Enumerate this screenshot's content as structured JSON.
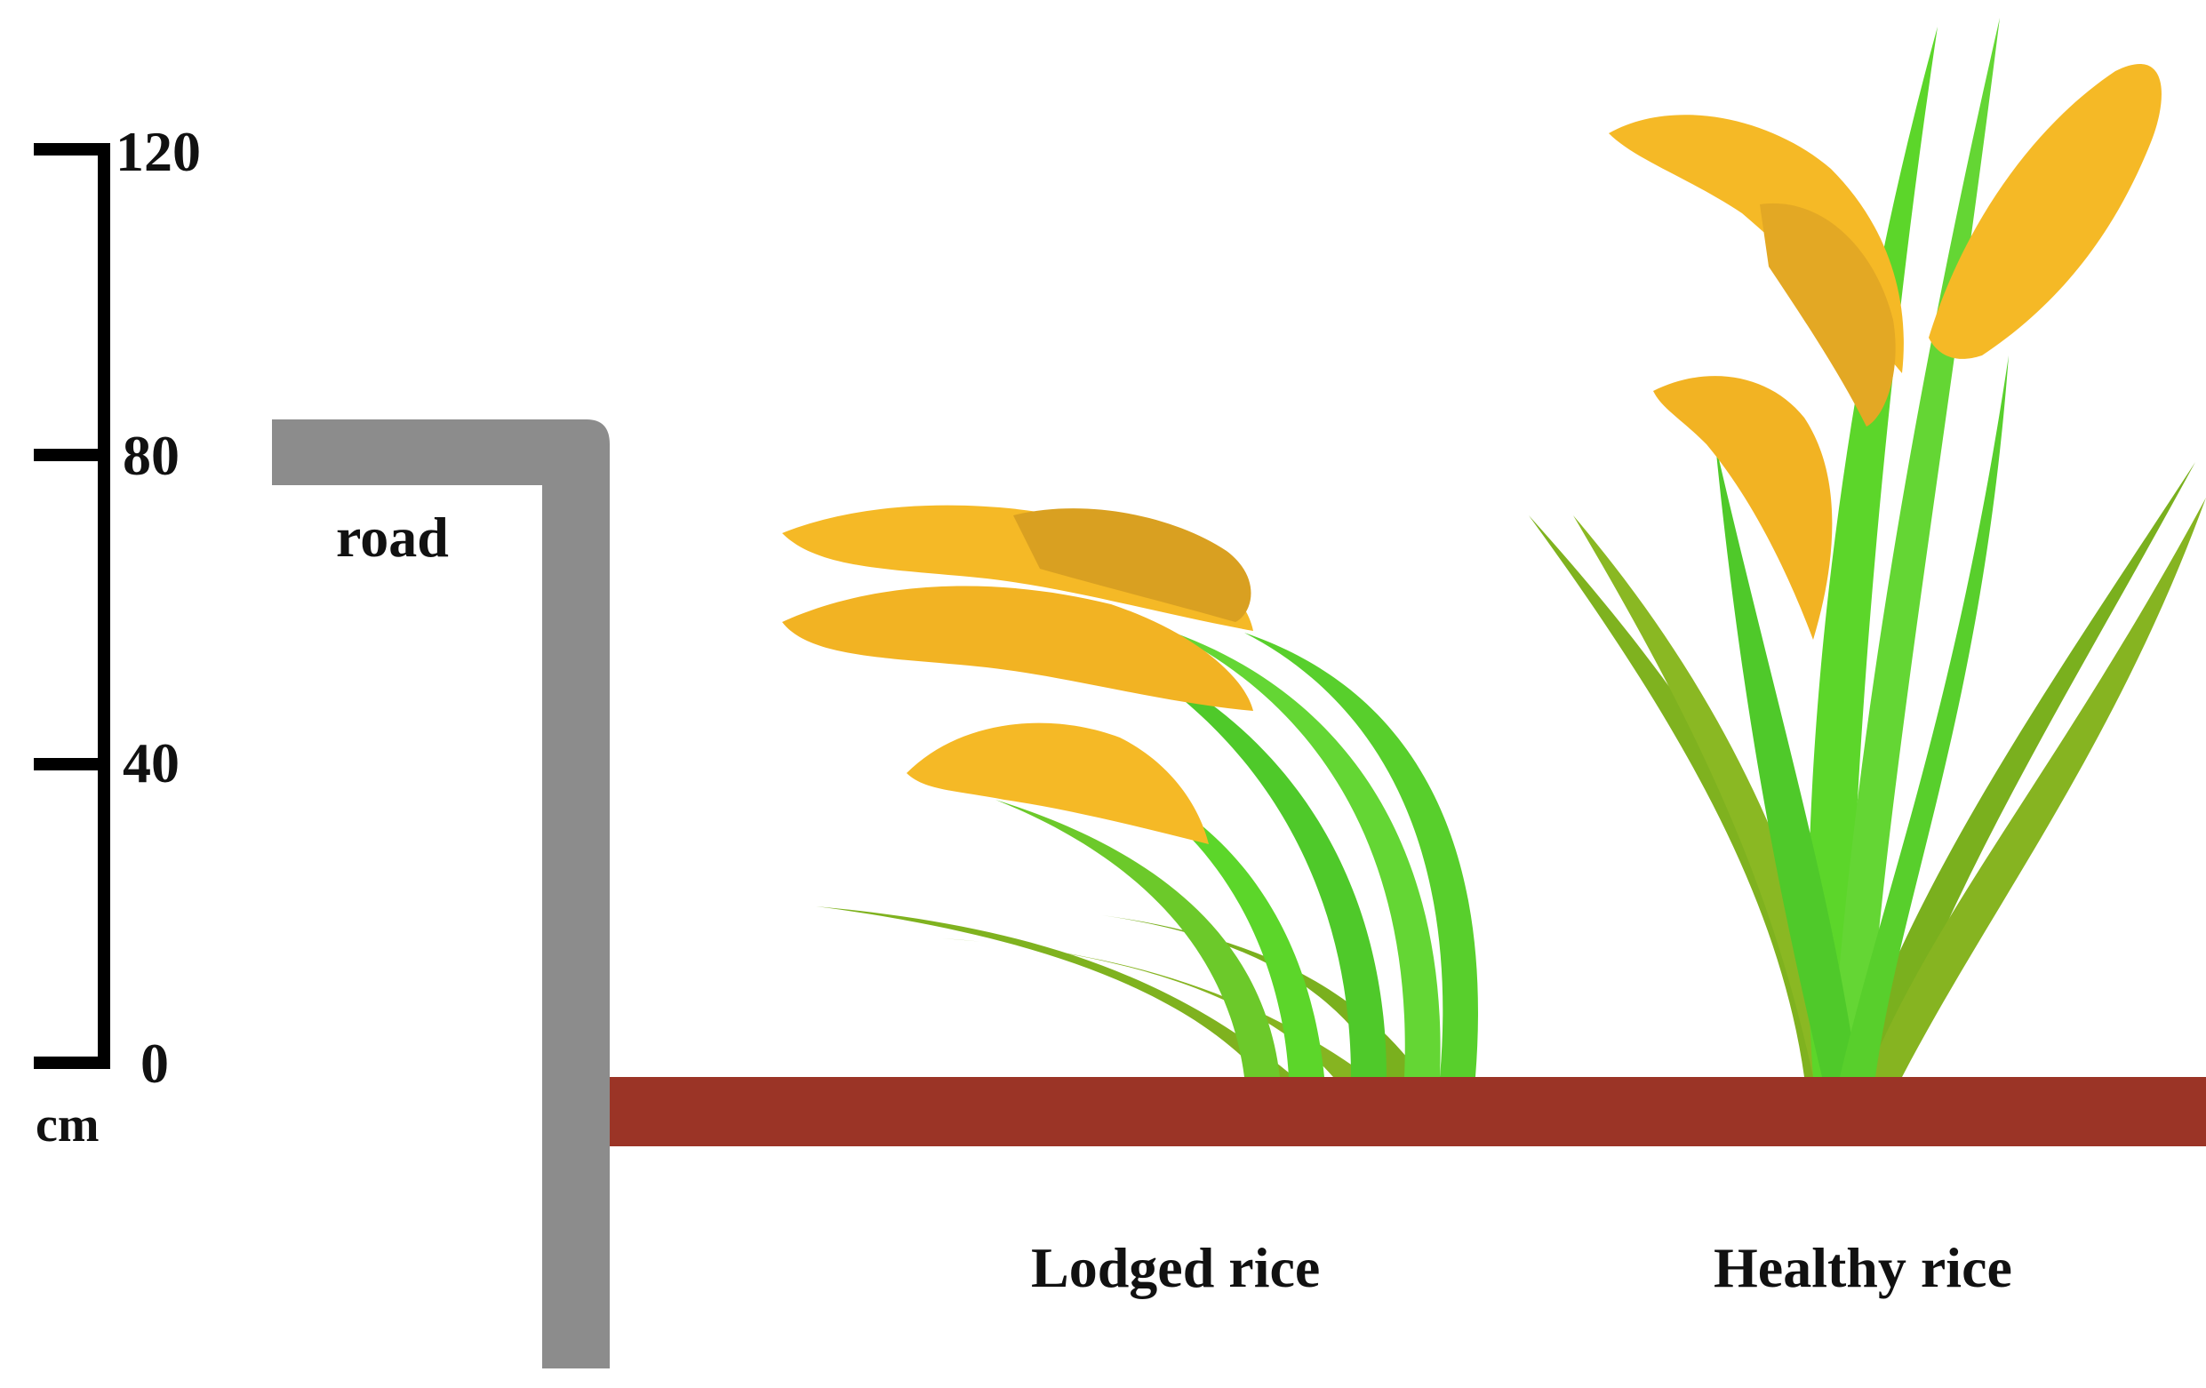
{
  "scale": {
    "ticks": [
      {
        "value": 120,
        "label": "120"
      },
      {
        "value": 80,
        "label": "80"
      },
      {
        "value": 40,
        "label": "40"
      },
      {
        "value": 0,
        "label": "0"
      }
    ],
    "unit": "cm"
  },
  "labels": {
    "road": "road",
    "lodged": "Lodged rice",
    "healthy": "Healthy rice"
  },
  "colors": {
    "road": "#8c8c8c",
    "soil": "#9b3426",
    "panicle": "#f5b926",
    "panicle_dark": "#d9a021",
    "leaf_bright": "#5cd62a",
    "leaf_olive": "#7fb21f",
    "scale": "#000000"
  },
  "icons": {
    "lodged_plant": "lodged-rice-plant-illustration",
    "healthy_plant": "healthy-rice-plant-illustration"
  }
}
